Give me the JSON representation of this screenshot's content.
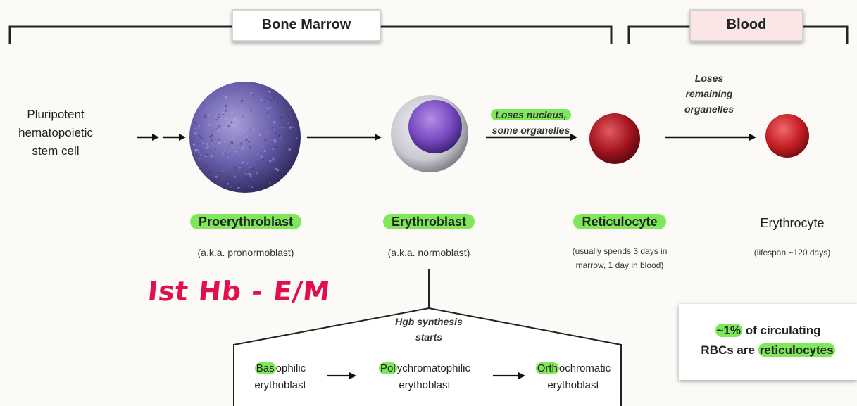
{
  "header": {
    "bone_marrow": "Bone Marrow",
    "blood": "Blood"
  },
  "source": {
    "line1": "Pluripotent",
    "line2": "hematopoietic",
    "line3": "stem cell"
  },
  "cells": {
    "proerythroblast": {
      "name": "Proerythroblast",
      "note": "(a.k.a. pronormoblast)"
    },
    "erythroblast": {
      "name": "Erythroblast",
      "note": "(a.k.a. normoblast)"
    },
    "reticulocyte": {
      "name": "Reticulocyte",
      "note_line1": "(usually spends 3 days in",
      "note_line2": "marrow, 1 day in blood)"
    },
    "erythrocyte": {
      "name": "Erythrocyte",
      "note": "(lifespan ~120 days)"
    }
  },
  "transitions": {
    "loses_nucleus_1": "Loses nucleus,",
    "loses_nucleus_2": "some organelles",
    "loses_remaining_1": "Loses",
    "loses_remaining_2": "remaining",
    "loses_remaining_3": "organelles"
  },
  "handwriting": "Ist Hb - E/M",
  "subtypes": {
    "hgb_line1": "Hgb synthesis",
    "hgb_line2": "starts",
    "basophilic_prefix": "Bas",
    "basophilic_rest": "ophilic",
    "polychromatophilic_prefix": "Pol",
    "polychromatophilic_rest": "ychromatophilic",
    "orthochromatic_prefix": "Orth",
    "orthochromatic_rest": "ochromatic",
    "erythoblast": "erythoblast"
  },
  "fact": {
    "pct": "~1%",
    "line1_rest": " of circulating",
    "line2_a": "RBCs are ",
    "line2_b": "reticulocytes"
  },
  "colors": {
    "highlight": "#7ee85a",
    "blood_header_bg": "#fbe6e6",
    "handwriting": "#e0104a"
  }
}
